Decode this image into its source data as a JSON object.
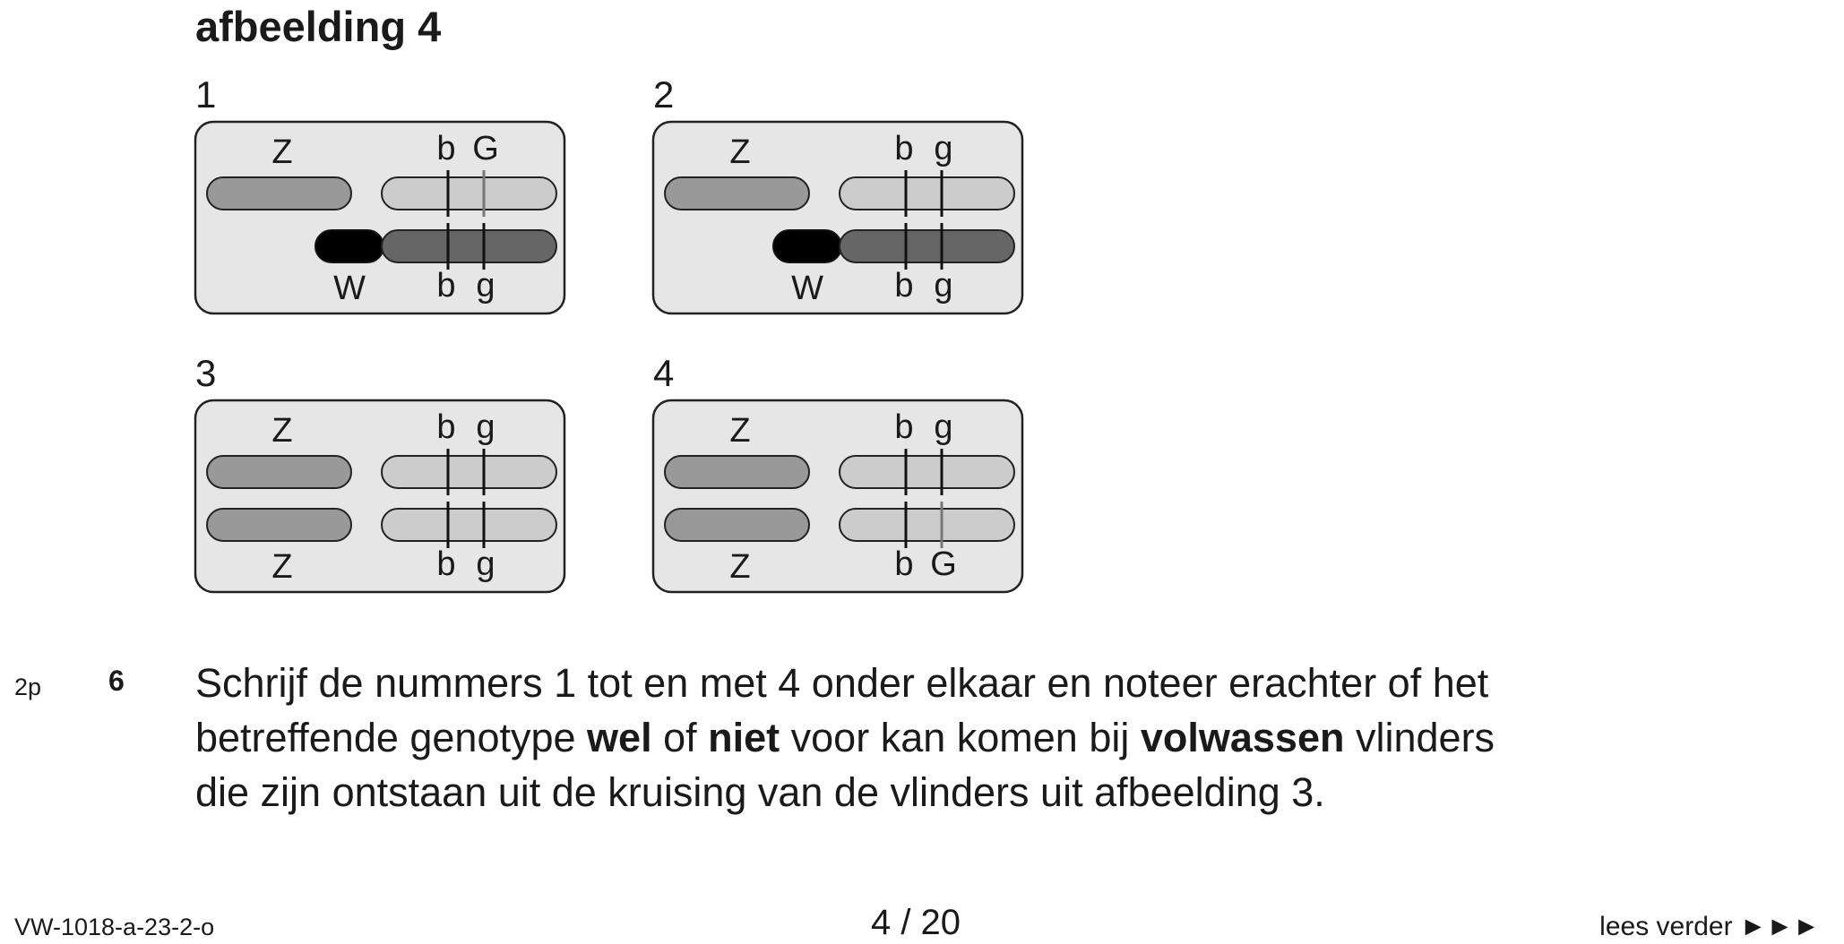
{
  "figure": {
    "title": "afbeelding 4",
    "colors": {
      "panel": "#e6e6e6",
      "z": "#999999",
      "light": "#cccccc",
      "dark": "#666666",
      "w": "#000000",
      "recessive_line": "#111111",
      "dominant_line": "#777777"
    },
    "panels": [
      {
        "number": "1",
        "rows": [
          {
            "left": "Z",
            "left_type": "z",
            "right_type": "light",
            "genes": [
              "b",
              "G"
            ]
          },
          {
            "left": "W",
            "left_type": "w",
            "right_type": "dark",
            "genes": [
              "b",
              "g"
            ]
          }
        ]
      },
      {
        "number": "2",
        "rows": [
          {
            "left": "Z",
            "left_type": "z",
            "right_type": "light",
            "genes": [
              "b",
              "g"
            ]
          },
          {
            "left": "W",
            "left_type": "w",
            "right_type": "dark",
            "genes": [
              "b",
              "g"
            ]
          }
        ]
      },
      {
        "number": "3",
        "rows": [
          {
            "left": "Z",
            "left_type": "z",
            "right_type": "light",
            "genes": [
              "b",
              "g"
            ]
          },
          {
            "left": "Z",
            "left_type": "z",
            "right_type": "light",
            "genes": [
              "b",
              "g"
            ]
          }
        ]
      },
      {
        "number": "4",
        "rows": [
          {
            "left": "Z",
            "left_type": "z",
            "right_type": "light",
            "genes": [
              "b",
              "g"
            ]
          },
          {
            "left": "Z",
            "left_type": "z",
            "right_type": "light",
            "genes": [
              "b",
              "G"
            ]
          }
        ]
      }
    ]
  },
  "question": {
    "points": "2p",
    "number": "6",
    "parts": [
      "Schrijf de nummers 1 tot en met 4 onder elkaar en noteer erachter of het",
      "betreffende genotype ",
      "wel",
      " of ",
      "niet",
      " voor kan komen bij ",
      "volwassen",
      " vlinders",
      "die zijn ontstaan uit de kruising van de vlinders uit afbeelding 3."
    ]
  },
  "footer": {
    "code": "VW-1018-a-23-2-o",
    "page": "4 / 20",
    "next": "lees verder ►►►"
  }
}
